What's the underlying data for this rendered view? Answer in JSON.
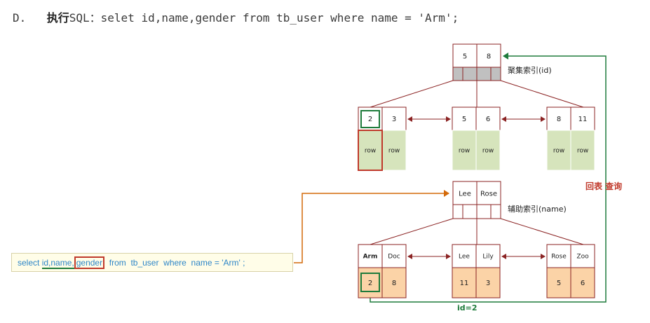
{
  "heading": {
    "prefix": "D.",
    "action": "执行",
    "sql_kw": "SQL",
    "colon": "：",
    "statement": "selet id,name,gender from tb_user where name = 'Arm';"
  },
  "clustered_index": {
    "label": "聚集索引(id)",
    "root_keys": [
      "5",
      "8"
    ],
    "leaves": [
      {
        "keys": [
          "2",
          "3"
        ],
        "rows": [
          "row",
          "row"
        ]
      },
      {
        "keys": [
          "5",
          "6"
        ],
        "rows": [
          "row",
          "row"
        ]
      },
      {
        "keys": [
          "8",
          "11"
        ],
        "rows": [
          "row",
          "row"
        ]
      }
    ]
  },
  "secondary_index": {
    "label": "辅助索引(name)",
    "root_keys": [
      "Lee",
      "Rose"
    ],
    "leaves": [
      {
        "keys": [
          "Arm",
          "Doc"
        ],
        "ids": [
          "2",
          "8"
        ]
      },
      {
        "keys": [
          "Lee",
          "Lily"
        ],
        "ids": [
          "11",
          "3"
        ]
      },
      {
        "keys": [
          "Rose",
          "Zoo"
        ],
        "ids": [
          "5",
          "6"
        ]
      }
    ]
  },
  "sql_box": {
    "tokens": [
      "select",
      "id,name,",
      "gender",
      "from",
      "tb_user",
      "where",
      "name = 'Arm' ;"
    ]
  },
  "annotations": {
    "back_lookup": "回表 查询",
    "id_label": "id=2"
  },
  "colors": {
    "node_border": "#8b2323",
    "row_fill": "#d6e4bc",
    "id_fill": "#fbd3a7",
    "pointer_fill": "#c0c0c0",
    "highlight_green": "#1e7b3b",
    "highlight_red": "#c0392b",
    "arrow_orange": "#d46a0a",
    "sql_blue": "#2e86c8"
  }
}
